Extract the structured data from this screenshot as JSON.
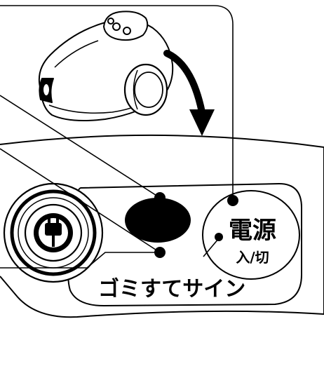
{
  "panel": {
    "power_button": {
      "main_label": "電源",
      "sub_label": "入/切"
    },
    "dust_sign_label": "ゴミすてサイン"
  },
  "icons": [
    "vacuum-cleaner-icon",
    "down-arrow-icon",
    "power-plug-icon"
  ],
  "colors": {
    "ink": "#000000",
    "paper": "#ffffff"
  }
}
